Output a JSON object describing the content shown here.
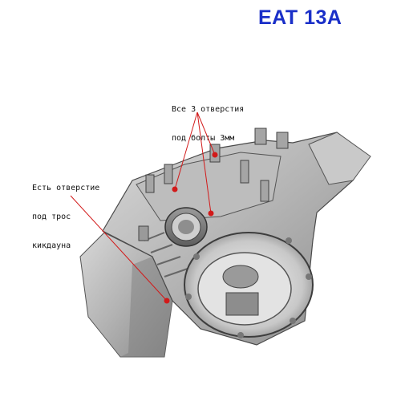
{
  "image": {
    "title": "EAT 13A",
    "subject": "transmission-housing-photo",
    "annotations": {
      "bolt_holes_line1": "Все 3 отверстия",
      "bolt_holes_line2": "под болты 3мм",
      "kickdown_line1": "Есть отверстие",
      "kickdown_line2": "под трос",
      "kickdown_line3": "кикдауна"
    },
    "colors": {
      "title": "#1a2fc8",
      "callout": "#d21a1a",
      "metal": "#b9b9b9"
    }
  }
}
